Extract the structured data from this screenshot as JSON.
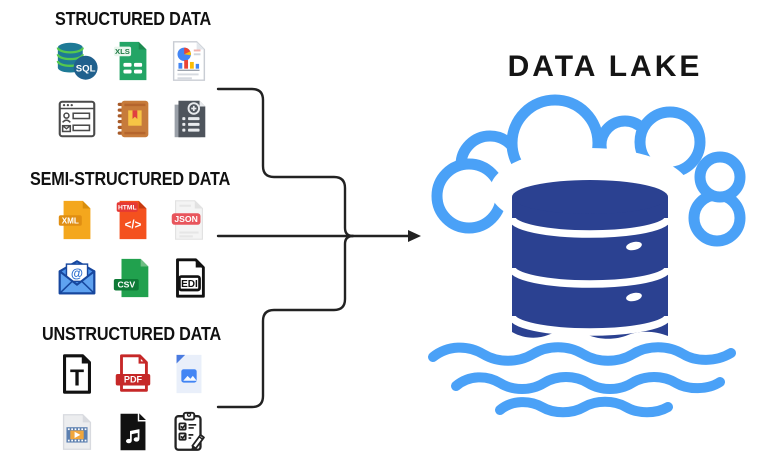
{
  "title": "DATA LAKE",
  "sections": [
    {
      "label": "STRUCTURED DATA",
      "icons": [
        "sql-database-icon",
        "xls-spreadsheet-icon",
        "analytics-report-icon",
        "form-window-icon",
        "inventory-notebook-icon",
        "medical-records-icon"
      ]
    },
    {
      "label": "SEMI-STRUCTURED DATA",
      "icons": [
        "xml-file-icon",
        "html-file-icon",
        "json-file-icon",
        "email-icon",
        "csv-file-icon",
        "edi-file-icon"
      ]
    },
    {
      "label": "UNSTRUCTURED DATA",
      "icons": [
        "text-file-icon",
        "pdf-file-icon",
        "image-file-icon",
        "video-file-icon",
        "audio-file-icon",
        "checklist-icon"
      ]
    }
  ],
  "badges": {
    "sql": "SQL",
    "xls": "XLS",
    "xml": "XML",
    "html": "HTML",
    "html_code": "</>",
    "json": "JSON",
    "email_at": "@",
    "csv": "CSV",
    "edi": "EDI",
    "text_t": "T",
    "pdf": "PDF"
  },
  "lake": {
    "cloud_icon": "cloud-outline-icon",
    "database_icon": "database-cylinder-icon",
    "waves_icon": "water-waves-icon"
  },
  "colors": {
    "cloud_blue": "#4AA1F7",
    "database_navy": "#2B4191",
    "connector_line": "#222222",
    "heading_text": "#111111"
  }
}
